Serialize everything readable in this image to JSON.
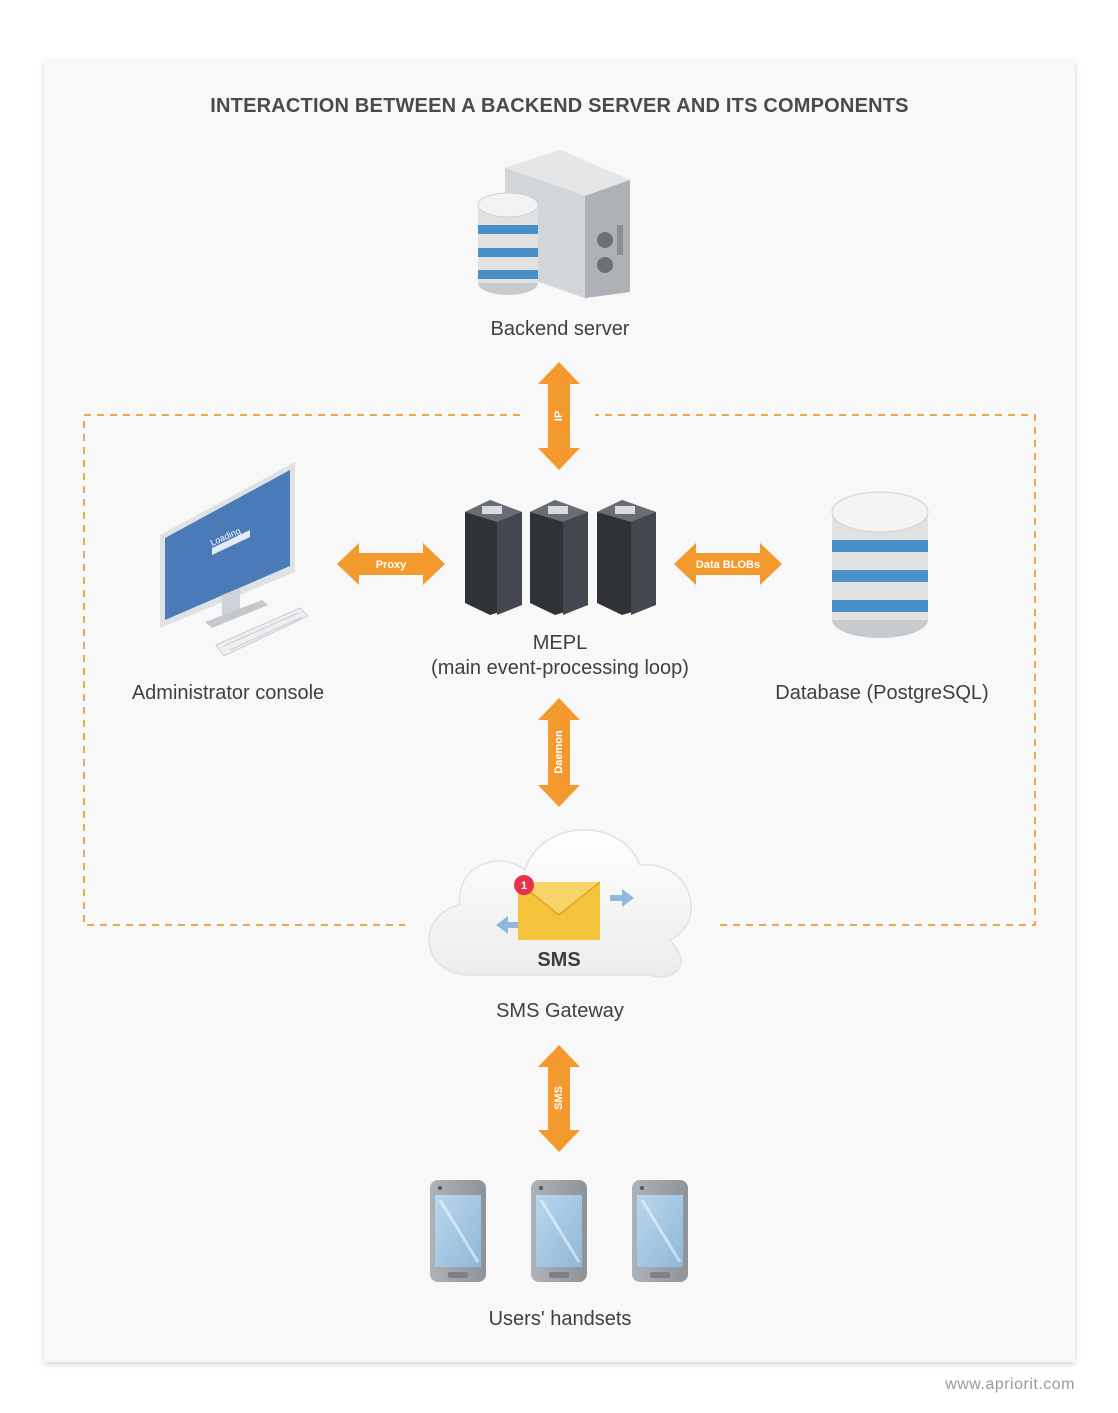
{
  "title": "INTERACTION BETWEEN A BACKEND SERVER AND ITS COMPONENTS",
  "nodes": {
    "backend_server": "Backend server",
    "mepl_line1": "MEPL",
    "mepl_line2": "(main event-processing loop)",
    "admin_console": "Administrator console",
    "database": "Database (PostgreSQL)",
    "sms_gateway": "SMS Gateway",
    "handsets": "Users' handsets"
  },
  "icon_text": {
    "loading": "Loading",
    "sms": "SMS",
    "badge": "1"
  },
  "connections": {
    "ip": "IP",
    "proxy": "Proxy",
    "data_blobs": "Data BLOBs",
    "daemon": "Daemon",
    "sms": "SMS"
  },
  "footer": "www.apriorit.com",
  "colors": {
    "arrow": "#f39a2e",
    "dashed_border": "#f0a64a",
    "db_stripe": "#4a90c8",
    "screen": "#4a7ab8",
    "badge": "#e8314a",
    "envelope": "#f5c33b"
  }
}
